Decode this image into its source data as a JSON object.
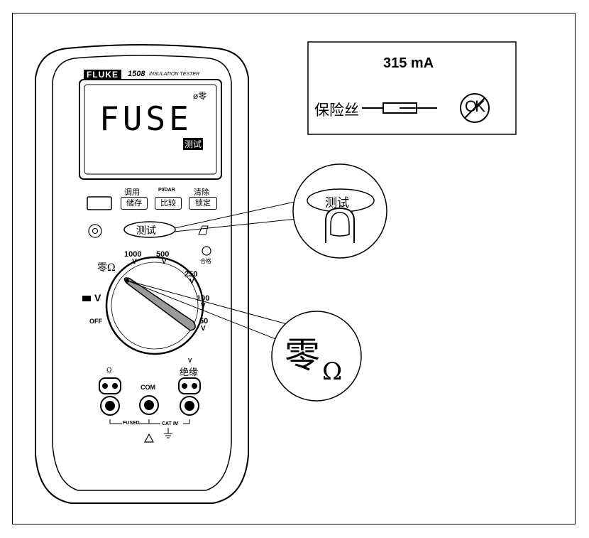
{
  "meter": {
    "brand": "FLUKE",
    "model": "1508",
    "subtitle": "INSULATION TESTER",
    "display": {
      "main": "FUSE",
      "indicator_top": "ø零",
      "indicator_bottom": "测试"
    },
    "keys": {
      "recall_save_top": "调用",
      "recall_save": "储存",
      "pi_dar_top": "PI/DAR",
      "compare": "比较",
      "clear_top": "清除",
      "lock": "锁定",
      "test_button": "测试"
    },
    "pass_label": "合格",
    "dial": {
      "v1000": "1000",
      "v500": "500",
      "v250": "250",
      "v100": "100",
      "v50": "50",
      "unit_v": "V",
      "zero_ohm": "零Ω",
      "voltage": "V",
      "off": "OFF"
    },
    "jacks": {
      "ohm": "Ω",
      "com": "COM",
      "insulation_v": "V",
      "insulation": "绝缘",
      "fused": "FUSED",
      "cat": "CAT Ⅳ"
    }
  },
  "callouts": {
    "test_button": "测试",
    "zero_symbol": "零",
    "ohm_symbol": "Ω"
  },
  "fuse_panel": {
    "rating": "315 mA",
    "label": "保险丝",
    "ok_symbol": "OK"
  }
}
